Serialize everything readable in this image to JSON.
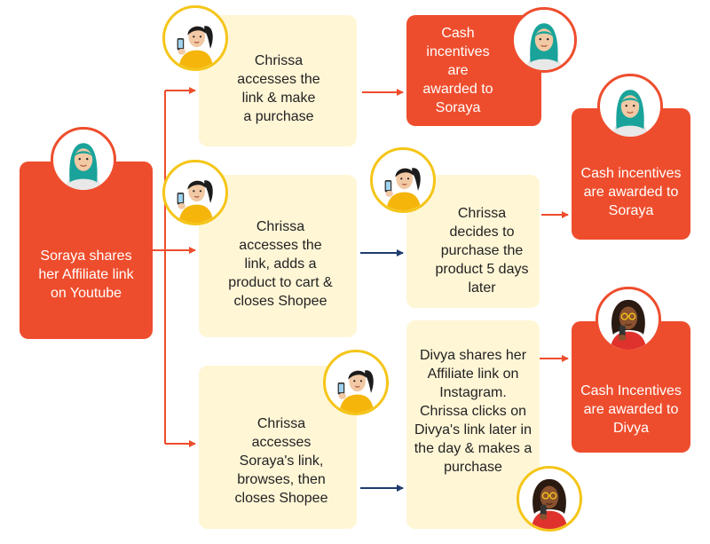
{
  "colors": {
    "red": "#ee4d2d",
    "cream": "#fff6d6",
    "navy": "#1f3b6e",
    "ring": "#f5c518"
  },
  "boxes": {
    "soraya_shares": "Soraya shares her Affiliate link on Youtube",
    "chrissa_purchase": "Chrissa accesses the link & make a purchase",
    "chrissa_cart": "Chrissa accesses the link, adds a product to cart & closes Shopee",
    "chrissa_browses": "Chrissa accesses Soraya's link, browses, then closes Shopee",
    "cash_soraya_1": "Cash incentives are awarded to Soraya",
    "chrissa_decides": "Chrissa decides to purchase the product 5 days later",
    "divya_shares": "Divya shares her Affiliate link on Instagram. Chrissa clicks on Divya's link later in the day & makes a purchase",
    "cash_soraya_2": "Cash incentives are awarded to Soraya",
    "cash_divya": "Cash Incentives are awarded to Divya"
  },
  "avatars": {
    "soraya": "hijab-woman-icon",
    "chrissa": "ponytail-woman-phone-icon",
    "divya": "curly-hair-woman-phone-icon"
  }
}
